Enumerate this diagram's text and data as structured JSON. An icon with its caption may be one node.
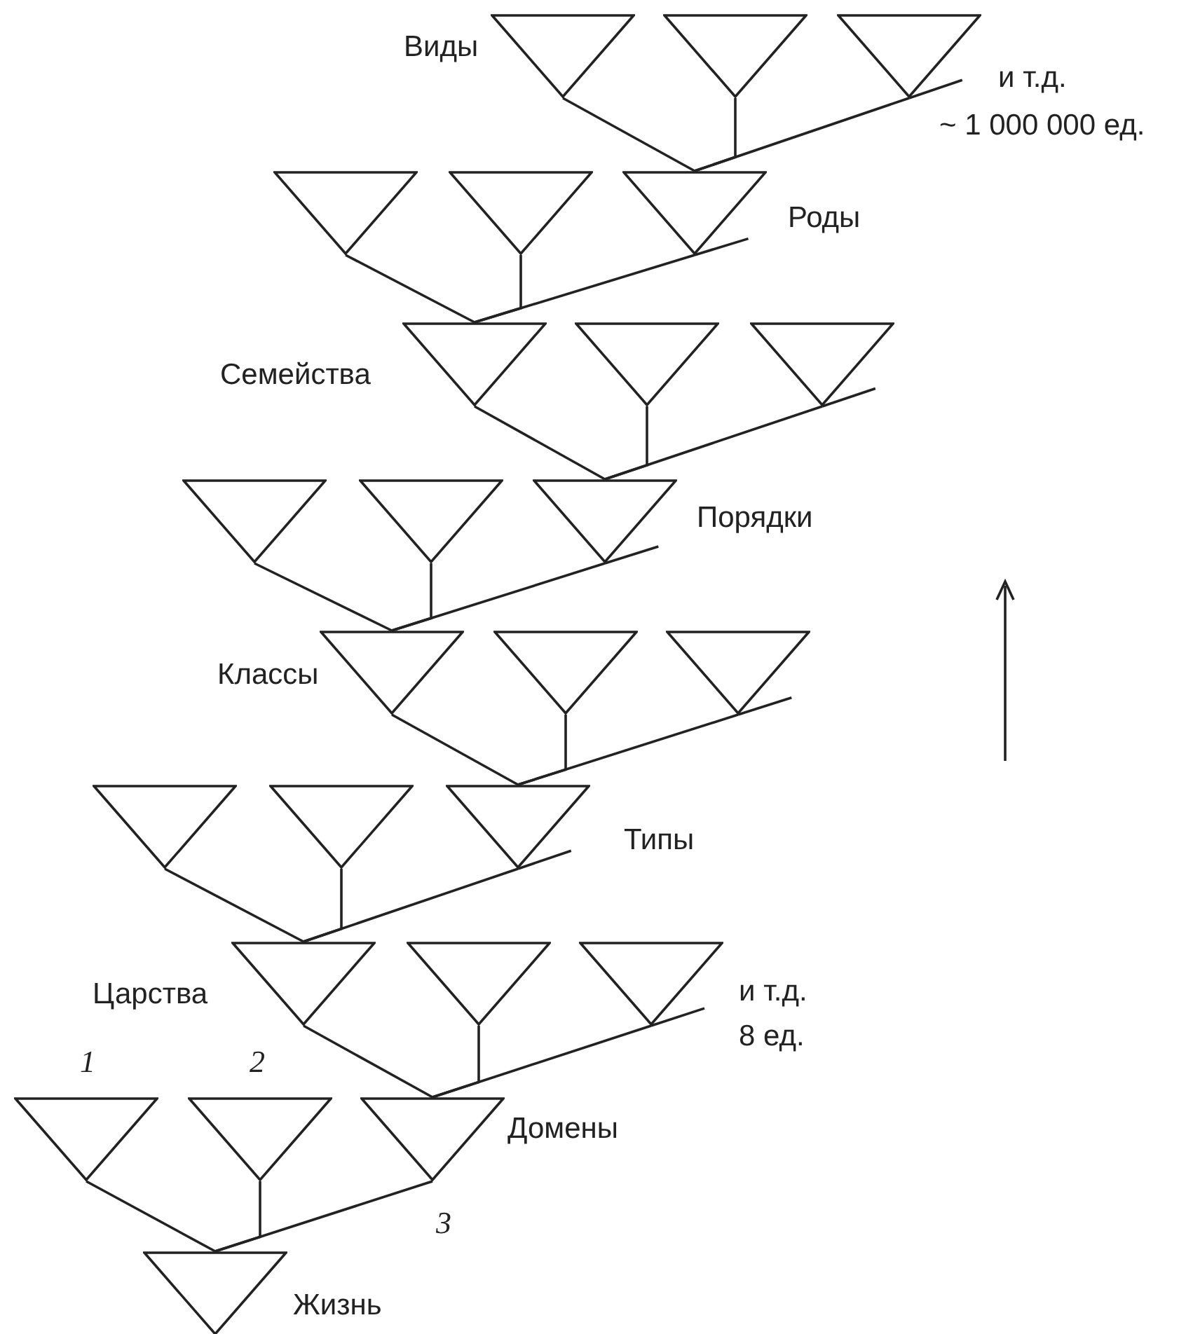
{
  "diagram": {
    "nodes": [
      {
        "text": [],
        "shape": "triangle"
      },
      {
        "text": [],
        "shape": "triangle"
      },
      {
        "text": [],
        "shape": "triangle"
      },
      {
        "text": [],
        "shape": "triangle"
      },
      {
        "text": [],
        "shape": "triangle"
      },
      {
        "text": [],
        "shape": "triangle"
      },
      {
        "text": [],
        "shape": "triangle"
      },
      {
        "text": [],
        "shape": "triangle"
      },
      {
        "text": [],
        "shape": "triangle"
      },
      {
        "text": [],
        "shape": "triangle"
      },
      {
        "text": [],
        "shape": "triangle"
      },
      {
        "text": [],
        "shape": "triangle"
      },
      {
        "text": [],
        "shape": "triangle"
      },
      {
        "text": [],
        "shape": "triangle"
      },
      {
        "text": [],
        "shape": "triangle"
      },
      {
        "text": [],
        "shape": "triangle"
      },
      {
        "text": [],
        "shape": "triangle"
      },
      {
        "text": [],
        "shape": "triangle"
      },
      {
        "text": [],
        "shape": "triangle"
      },
      {
        "text": [],
        "shape": "triangle"
      },
      {
        "text": [],
        "shape": "triangle"
      },
      {
        "text": [],
        "shape": "triangle",
        "beside": [
          "1"
        ]
      },
      {
        "text": [],
        "shape": "triangle",
        "beside": [
          "2"
        ]
      },
      {
        "text": [],
        "shape": "triangle",
        "beside": [
          "3"
        ]
      },
      {
        "text": [],
        "shape": "triangle",
        "beside": [
          "Жизнь"
        ]
      }
    ],
    "edges": [
      {
        "from": 5,
        "to": 0,
        "arrow": "none"
      },
      {
        "from": 5,
        "to": 1,
        "arrow": "none"
      },
      {
        "from": 5,
        "to": 2,
        "arrow": "none"
      },
      {
        "from": 6,
        "to": 3,
        "arrow": "none"
      },
      {
        "from": 6,
        "to": 4,
        "arrow": "none"
      },
      {
        "from": 6,
        "to": 5,
        "arrow": "none"
      },
      {
        "from": 11,
        "to": 6,
        "arrow": "none"
      },
      {
        "from": 11,
        "to": 7,
        "arrow": "none"
      },
      {
        "from": 11,
        "to": 8,
        "arrow": "none"
      },
      {
        "from": 12,
        "to": 9,
        "arrow": "none"
      },
      {
        "from": 12,
        "to": 10,
        "arrow": "none"
      },
      {
        "from": 12,
        "to": 11,
        "arrow": "none"
      },
      {
        "from": 17,
        "to": 12,
        "arrow": "none"
      },
      {
        "from": 17,
        "to": 13,
        "arrow": "none"
      },
      {
        "from": 17,
        "to": 14,
        "arrow": "none"
      },
      {
        "from": 18,
        "to": 15,
        "arrow": "none"
      },
      {
        "from": 18,
        "to": 16,
        "arrow": "none"
      },
      {
        "from": 18,
        "to": 17,
        "arrow": "none"
      },
      {
        "from": 23,
        "to": 18,
        "arrow": "none"
      },
      {
        "from": 23,
        "to": 19,
        "arrow": "none"
      },
      {
        "from": 23,
        "to": 20,
        "arrow": "none"
      },
      {
        "from": 24,
        "to": 21,
        "arrow": "none"
      },
      {
        "from": 24,
        "to": 22,
        "arrow": "none"
      },
      {
        "from": 24,
        "to": 23,
        "arrow": "none"
      }
    ],
    "labels": [
      "Виды",
      "и т.д.",
      "~ 1 000 000 ед.",
      "Роды",
      "Семейства",
      "Порядки",
      "Классы",
      "Типы",
      "Царства",
      "и т.д.",
      "8 ед.",
      "Домены"
    ]
  }
}
